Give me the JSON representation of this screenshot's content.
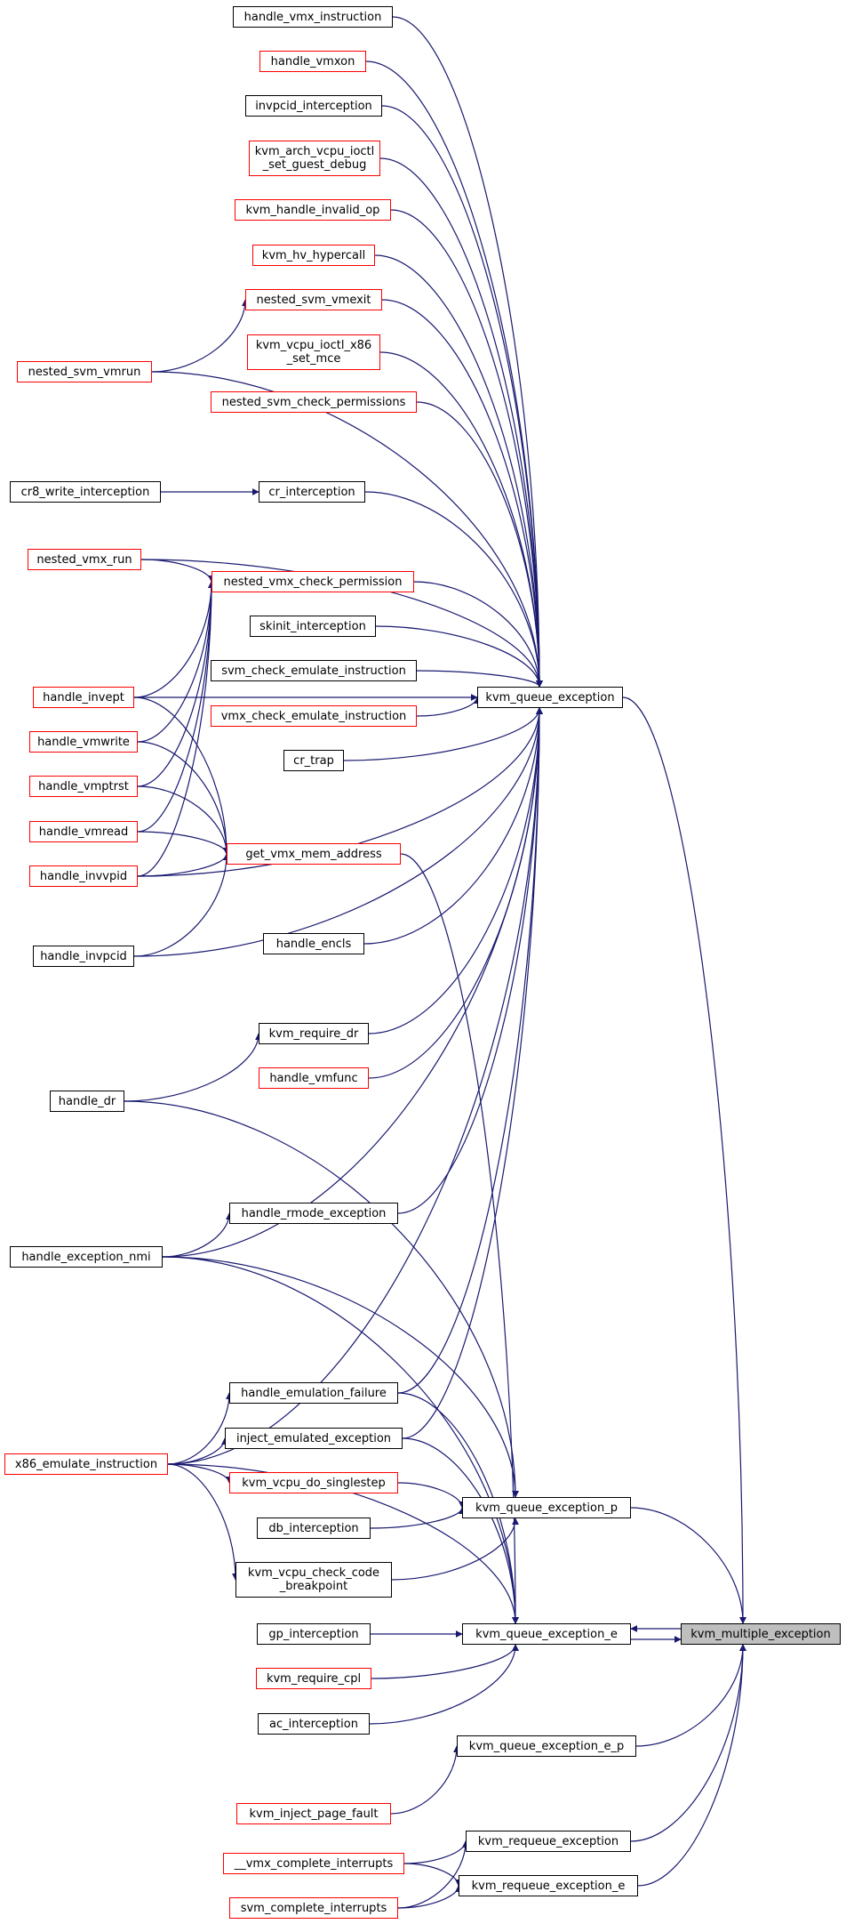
{
  "graph": {
    "title": "",
    "colors": {
      "edge": "#191970",
      "clickable_border": "#000000",
      "external_border": "#ff0000",
      "root_fill": "#bfbfbf"
    },
    "root": "kvm_multiple_exception",
    "nodes": {
      "handle_vmx_instruction": {
        "label": "handle_vmx_instruction",
        "style": "black"
      },
      "handle_vmxon": {
        "label": "handle_vmxon",
        "style": "red"
      },
      "invpcid_interception": {
        "label": "invpcid_interception",
        "style": "black"
      },
      "kvm_arch_vcpu_ioctl_set_guest_debug": {
        "label": "kvm_arch_vcpu_ioctl\n_set_guest_debug",
        "style": "red"
      },
      "kvm_handle_invalid_op": {
        "label": "kvm_handle_invalid_op",
        "style": "red"
      },
      "kvm_hv_hypercall": {
        "label": "kvm_hv_hypercall",
        "style": "red"
      },
      "nested_svm_vmexit": {
        "label": "nested_svm_vmexit",
        "style": "red"
      },
      "kvm_vcpu_ioctl_x86_set_mce": {
        "label": "kvm_vcpu_ioctl_x86\n_set_mce",
        "style": "red"
      },
      "nested_svm_vmrun": {
        "label": "nested_svm_vmrun",
        "style": "red"
      },
      "nested_svm_check_permissions": {
        "label": "nested_svm_check_permissions",
        "style": "red"
      },
      "cr8_write_interception": {
        "label": "cr8_write_interception",
        "style": "black"
      },
      "cr_interception": {
        "label": "cr_interception",
        "style": "black"
      },
      "nested_vmx_run": {
        "label": "nested_vmx_run",
        "style": "red"
      },
      "nested_vmx_check_permission": {
        "label": "nested_vmx_check_permission",
        "style": "red"
      },
      "skinit_interception": {
        "label": "skinit_interception",
        "style": "black"
      },
      "svm_check_emulate_instruction": {
        "label": "svm_check_emulate_instruction",
        "style": "black"
      },
      "kvm_queue_exception": {
        "label": "kvm_queue_exception",
        "style": "black"
      },
      "handle_invept": {
        "label": "handle_invept",
        "style": "red"
      },
      "vmx_check_emulate_instruction": {
        "label": "vmx_check_emulate_instruction",
        "style": "red"
      },
      "handle_vmwrite": {
        "label": "handle_vmwrite",
        "style": "red"
      },
      "cr_trap": {
        "label": "cr_trap",
        "style": "black"
      },
      "handle_vmptrst": {
        "label": "handle_vmptrst",
        "style": "red"
      },
      "handle_vmread": {
        "label": "handle_vmread",
        "style": "red"
      },
      "get_vmx_mem_address": {
        "label": "get_vmx_mem_address",
        "style": "red"
      },
      "handle_invvpid": {
        "label": "handle_invvpid",
        "style": "red"
      },
      "handle_encls": {
        "label": "handle_encls",
        "style": "black"
      },
      "handle_invpcid": {
        "label": "handle_invpcid",
        "style": "black"
      },
      "kvm_require_dr": {
        "label": "kvm_require_dr",
        "style": "black"
      },
      "handle_vmfunc": {
        "label": "handle_vmfunc",
        "style": "red"
      },
      "handle_dr": {
        "label": "handle_dr",
        "style": "black"
      },
      "handle_rmode_exception": {
        "label": "handle_rmode_exception",
        "style": "black"
      },
      "handle_exception_nmi": {
        "label": "handle_exception_nmi",
        "style": "black"
      },
      "handle_emulation_failure": {
        "label": "handle_emulation_failure",
        "style": "black"
      },
      "inject_emulated_exception": {
        "label": "inject_emulated_exception",
        "style": "black"
      },
      "x86_emulate_instruction": {
        "label": "x86_emulate_instruction",
        "style": "red"
      },
      "kvm_vcpu_do_singlestep": {
        "label": "kvm_vcpu_do_singlestep",
        "style": "red"
      },
      "kvm_queue_exception_p": {
        "label": "kvm_queue_exception_p",
        "style": "black"
      },
      "db_interception": {
        "label": "db_interception",
        "style": "black"
      },
      "kvm_vcpu_check_code_breakpoint": {
        "label": "kvm_vcpu_check_code\n_breakpoint",
        "style": "black"
      },
      "gp_interception": {
        "label": "gp_interception",
        "style": "black"
      },
      "kvm_queue_exception_e": {
        "label": "kvm_queue_exception_e",
        "style": "black"
      },
      "kvm_multiple_exception": {
        "label": "kvm_multiple_exception",
        "style": "root"
      },
      "kvm_require_cpl": {
        "label": "kvm_require_cpl",
        "style": "red"
      },
      "ac_interception": {
        "label": "ac_interception",
        "style": "black"
      },
      "kvm_queue_exception_e_p": {
        "label": "kvm_queue_exception_e_p",
        "style": "black"
      },
      "kvm_inject_page_fault": {
        "label": "kvm_inject_page_fault",
        "style": "red"
      },
      "kvm_requeue_exception": {
        "label": "kvm_requeue_exception",
        "style": "black"
      },
      "__vmx_complete_interrupts": {
        "label": "__vmx_complete_interrupts",
        "style": "red"
      },
      "kvm_requeue_exception_e": {
        "label": "kvm_requeue_exception_e",
        "style": "black"
      },
      "svm_complete_interrupts": {
        "label": "svm_complete_interrupts",
        "style": "red"
      }
    },
    "edges": [
      [
        "handle_vmx_instruction",
        "kvm_queue_exception"
      ],
      [
        "handle_vmxon",
        "kvm_queue_exception"
      ],
      [
        "invpcid_interception",
        "kvm_queue_exception"
      ],
      [
        "kvm_arch_vcpu_ioctl_set_guest_debug",
        "kvm_queue_exception"
      ],
      [
        "kvm_handle_invalid_op",
        "kvm_queue_exception"
      ],
      [
        "kvm_hv_hypercall",
        "kvm_queue_exception"
      ],
      [
        "nested_svm_vmexit",
        "kvm_queue_exception"
      ],
      [
        "kvm_vcpu_ioctl_x86_set_mce",
        "kvm_queue_exception"
      ],
      [
        "nested_svm_check_permissions",
        "kvm_queue_exception"
      ],
      [
        "cr_interception",
        "kvm_queue_exception"
      ],
      [
        "nested_vmx_check_permission",
        "kvm_queue_exception"
      ],
      [
        "skinit_interception",
        "kvm_queue_exception"
      ],
      [
        "svm_check_emulate_instruction",
        "kvm_queue_exception"
      ],
      [
        "vmx_check_emulate_instruction",
        "kvm_queue_exception"
      ],
      [
        "cr_trap",
        "kvm_queue_exception"
      ],
      [
        "handle_encls",
        "kvm_queue_exception"
      ],
      [
        "kvm_require_dr",
        "kvm_queue_exception"
      ],
      [
        "handle_vmfunc",
        "kvm_queue_exception"
      ],
      [
        "handle_rmode_exception",
        "kvm_queue_exception"
      ],
      [
        "handle_emulation_failure",
        "kvm_queue_exception"
      ],
      [
        "inject_emulated_exception",
        "kvm_queue_exception"
      ],
      [
        "nested_svm_vmrun",
        "nested_svm_vmexit"
      ],
      [
        "nested_svm_vmrun",
        "kvm_queue_exception"
      ],
      [
        "cr8_write_interception",
        "cr_interception"
      ],
      [
        "nested_vmx_run",
        "nested_vmx_check_permission"
      ],
      [
        "nested_vmx_run",
        "kvm_queue_exception"
      ],
      [
        "handle_invept",
        "nested_vmx_check_permission"
      ],
      [
        "handle_vmwrite",
        "nested_vmx_check_permission"
      ],
      [
        "handle_vmptrst",
        "nested_vmx_check_permission"
      ],
      [
        "handle_vmread",
        "nested_vmx_check_permission"
      ],
      [
        "handle_invvpid",
        "nested_vmx_check_permission"
      ],
      [
        "handle_invept",
        "get_vmx_mem_address"
      ],
      [
        "handle_vmwrite",
        "get_vmx_mem_address"
      ],
      [
        "handle_vmptrst",
        "get_vmx_mem_address"
      ],
      [
        "handle_vmread",
        "get_vmx_mem_address"
      ],
      [
        "handle_invvpid",
        "get_vmx_mem_address"
      ],
      [
        "handle_invpcid",
        "get_vmx_mem_address"
      ],
      [
        "handle_invept",
        "kvm_queue_exception"
      ],
      [
        "handle_invvpid",
        "kvm_queue_exception"
      ],
      [
        "handle_invpcid",
        "kvm_queue_exception"
      ],
      [
        "get_vmx_mem_address",
        "kvm_queue_exception_e"
      ],
      [
        "handle_dr",
        "kvm_require_dr"
      ],
      [
        "handle_dr",
        "kvm_queue_exception_p"
      ],
      [
        "handle_exception_nmi",
        "handle_rmode_exception"
      ],
      [
        "handle_exception_nmi",
        "kvm_queue_exception"
      ],
      [
        "handle_exception_nmi",
        "kvm_queue_exception_p"
      ],
      [
        "handle_exception_nmi",
        "kvm_queue_exception_e"
      ],
      [
        "x86_emulate_instruction",
        "handle_emulation_failure"
      ],
      [
        "x86_emulate_instruction",
        "inject_emulated_exception"
      ],
      [
        "x86_emulate_instruction",
        "kvm_vcpu_do_singlestep"
      ],
      [
        "x86_emulate_instruction",
        "kvm_vcpu_check_code_breakpoint"
      ],
      [
        "x86_emulate_instruction",
        "kvm_queue_exception"
      ],
      [
        "x86_emulate_instruction",
        "kvm_queue_exception_e"
      ],
      [
        "handle_emulation_failure",
        "kvm_queue_exception_e"
      ],
      [
        "inject_emulated_exception",
        "kvm_queue_exception_e"
      ],
      [
        "kvm_vcpu_do_singlestep",
        "kvm_queue_exception_p"
      ],
      [
        "db_interception",
        "kvm_queue_exception_p"
      ],
      [
        "kvm_vcpu_check_code_breakpoint",
        "kvm_queue_exception_p"
      ],
      [
        "gp_interception",
        "kvm_queue_exception_e"
      ],
      [
        "kvm_require_cpl",
        "kvm_queue_exception_e"
      ],
      [
        "ac_interception",
        "kvm_queue_exception_e"
      ],
      [
        "kvm_inject_page_fault",
        "kvm_queue_exception_e_p"
      ],
      [
        "__vmx_complete_interrupts",
        "kvm_requeue_exception"
      ],
      [
        "__vmx_complete_interrupts",
        "kvm_requeue_exception_e"
      ],
      [
        "svm_complete_interrupts",
        "kvm_requeue_exception"
      ],
      [
        "svm_complete_interrupts",
        "kvm_requeue_exception_e"
      ],
      [
        "kvm_queue_exception",
        "kvm_multiple_exception"
      ],
      [
        "kvm_queue_exception_p",
        "kvm_multiple_exception"
      ],
      [
        "kvm_queue_exception_e",
        "kvm_multiple_exception"
      ],
      [
        "kvm_queue_exception_e_p",
        "kvm_multiple_exception"
      ],
      [
        "kvm_requeue_exception",
        "kvm_multiple_exception"
      ],
      [
        "kvm_requeue_exception_e",
        "kvm_multiple_exception"
      ],
      [
        "kvm_multiple_exception",
        "kvm_queue_exception_e"
      ]
    ]
  }
}
